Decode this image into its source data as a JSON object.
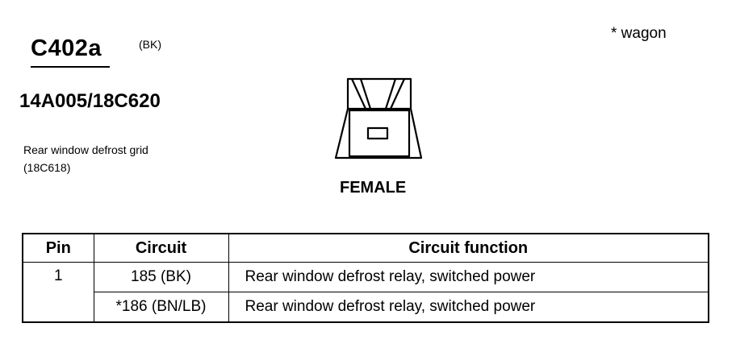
{
  "connector": {
    "id": "C402a",
    "color_code": "(BK)",
    "part_numbers": "14A005/18C620",
    "component_line1": "Rear window defrost grid",
    "component_line2": "(18C618)",
    "gender": "FEMALE",
    "note": "* wagon"
  },
  "table": {
    "headers": [
      "Pin",
      "Circuit",
      "Circuit function"
    ],
    "rows": [
      {
        "pin": "1",
        "circuit": "185 (BK)",
        "function": "Rear window defrost relay, switched power"
      },
      {
        "pin": "",
        "circuit": "*186 (BN/LB)",
        "function": "Rear window defrost relay, switched power"
      }
    ]
  }
}
